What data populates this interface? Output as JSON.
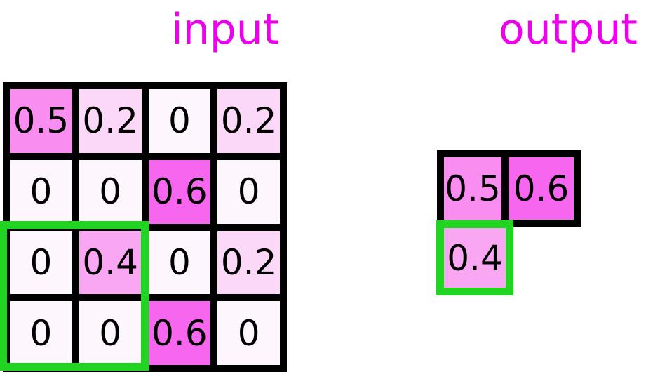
{
  "titles": {
    "input_label": "input",
    "output_label": "output"
  },
  "colors": {
    "title_text": "#ee00ee",
    "cell_text": "#000000",
    "grid_line": "#000000",
    "pooling_window_highlight": "#21d421",
    "value_fill": {
      "0": "#fdf7fd",
      "0.2": "#fbd7f8",
      "0.4": "#faa7f3",
      "0.5": "#f98df0",
      "0.6": "#f666ee"
    }
  },
  "input_grid": {
    "rows": [
      [
        "0.5",
        "0.2",
        "0",
        "0.2"
      ],
      [
        "0",
        "0",
        "0.6",
        "0"
      ],
      [
        "0",
        "0.4",
        "0",
        "0.2"
      ],
      [
        "0",
        "0",
        "0.6",
        "0"
      ]
    ]
  },
  "output_grid": {
    "cells": [
      "0.5",
      "0.6",
      "0.4"
    ]
  }
}
